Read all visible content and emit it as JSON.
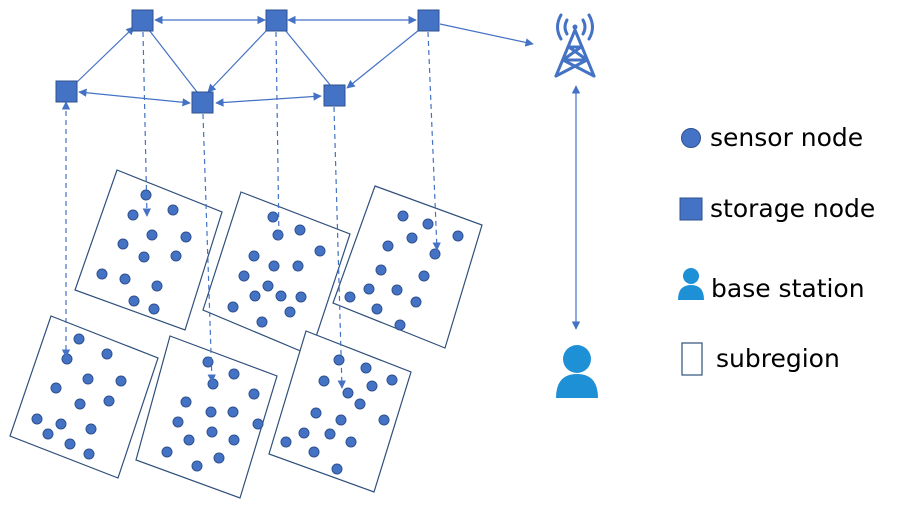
{
  "legend": {
    "sensor_label": "sensor node",
    "storage_label": "storage node",
    "base_label": "base station",
    "subregion_label": "subregion"
  },
  "colors": {
    "node": "#4472c4",
    "node_stroke": "#2f528f",
    "user": "#1e90d6",
    "link": "#4472c4"
  },
  "icons": [
    "cell-tower-icon",
    "user-icon"
  ]
}
